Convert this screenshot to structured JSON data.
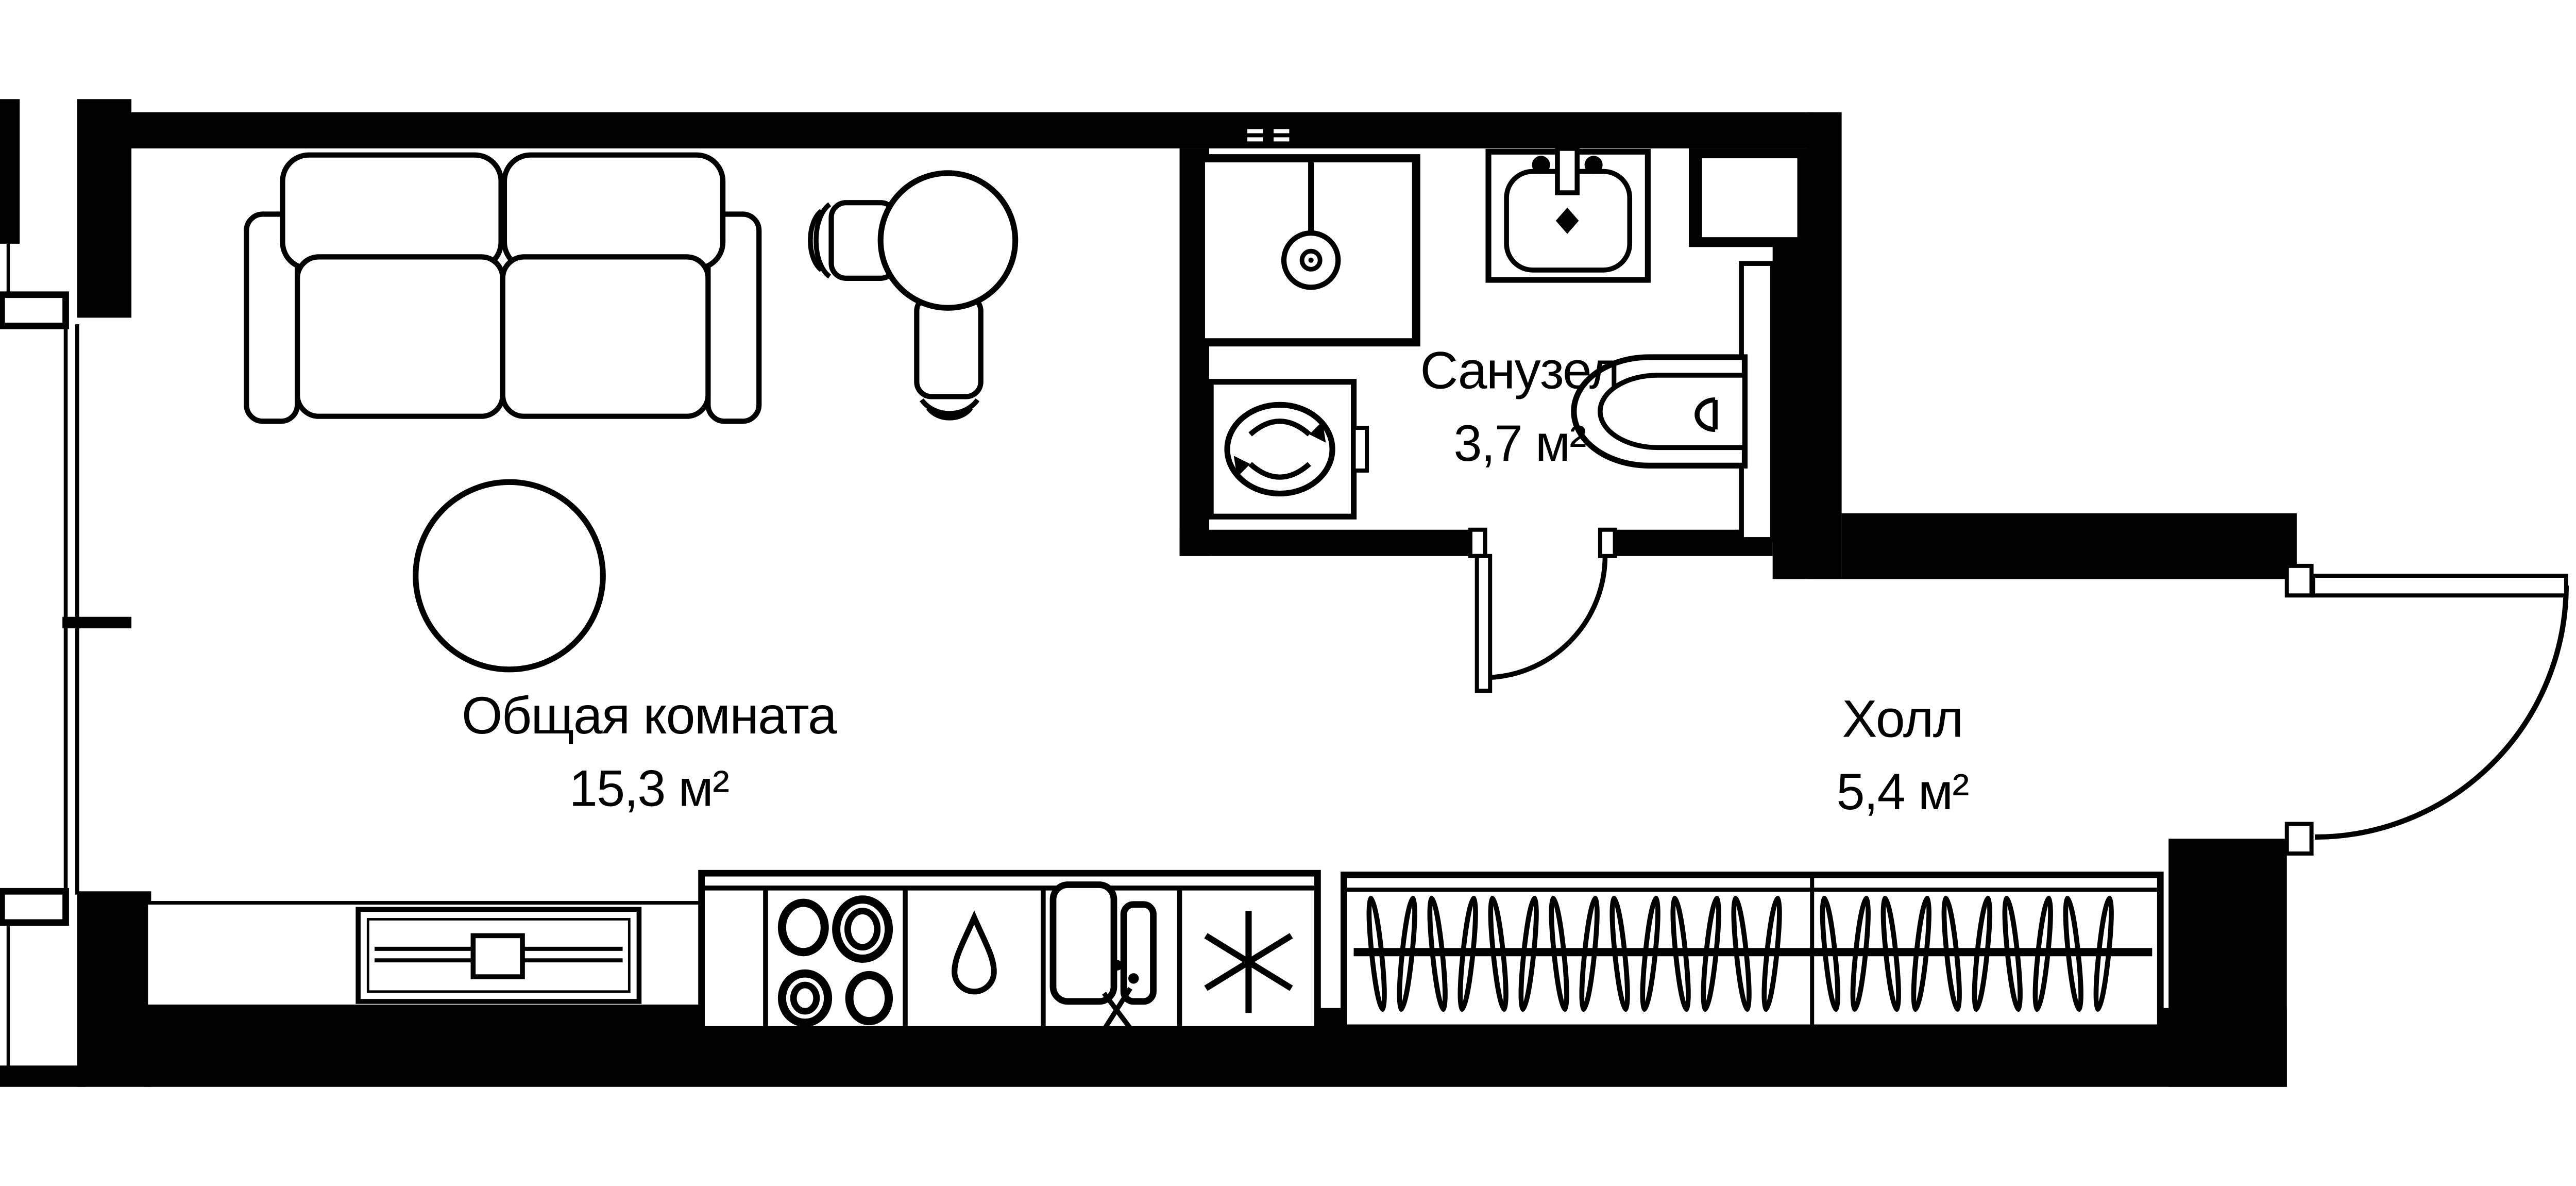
{
  "floor_plan": {
    "background_color": "#ffffff",
    "line_color": "#000000",
    "rooms": [
      {
        "name": "Общая комната",
        "area": "15,3 м²"
      },
      {
        "name": "Санузел",
        "area": "3,7 м²"
      },
      {
        "name": "Холл",
        "area": "5,4 м²"
      }
    ],
    "fixtures": [
      "sofa-icon",
      "coffee-table-icon",
      "dining-table-icon",
      "chair-icon",
      "shower-icon",
      "washing-machine-icon",
      "bathroom-sink-icon",
      "toilet-icon",
      "cooktop-icon",
      "kitchen-drop-icon",
      "kitchen-sink-icon",
      "freezer-snowflake-icon",
      "radiator-icon",
      "wardrobe-hangers-icon",
      "entrance-door-icon",
      "bathroom-door-icon",
      "window-icon",
      "balcony-glazing-icon"
    ]
  }
}
